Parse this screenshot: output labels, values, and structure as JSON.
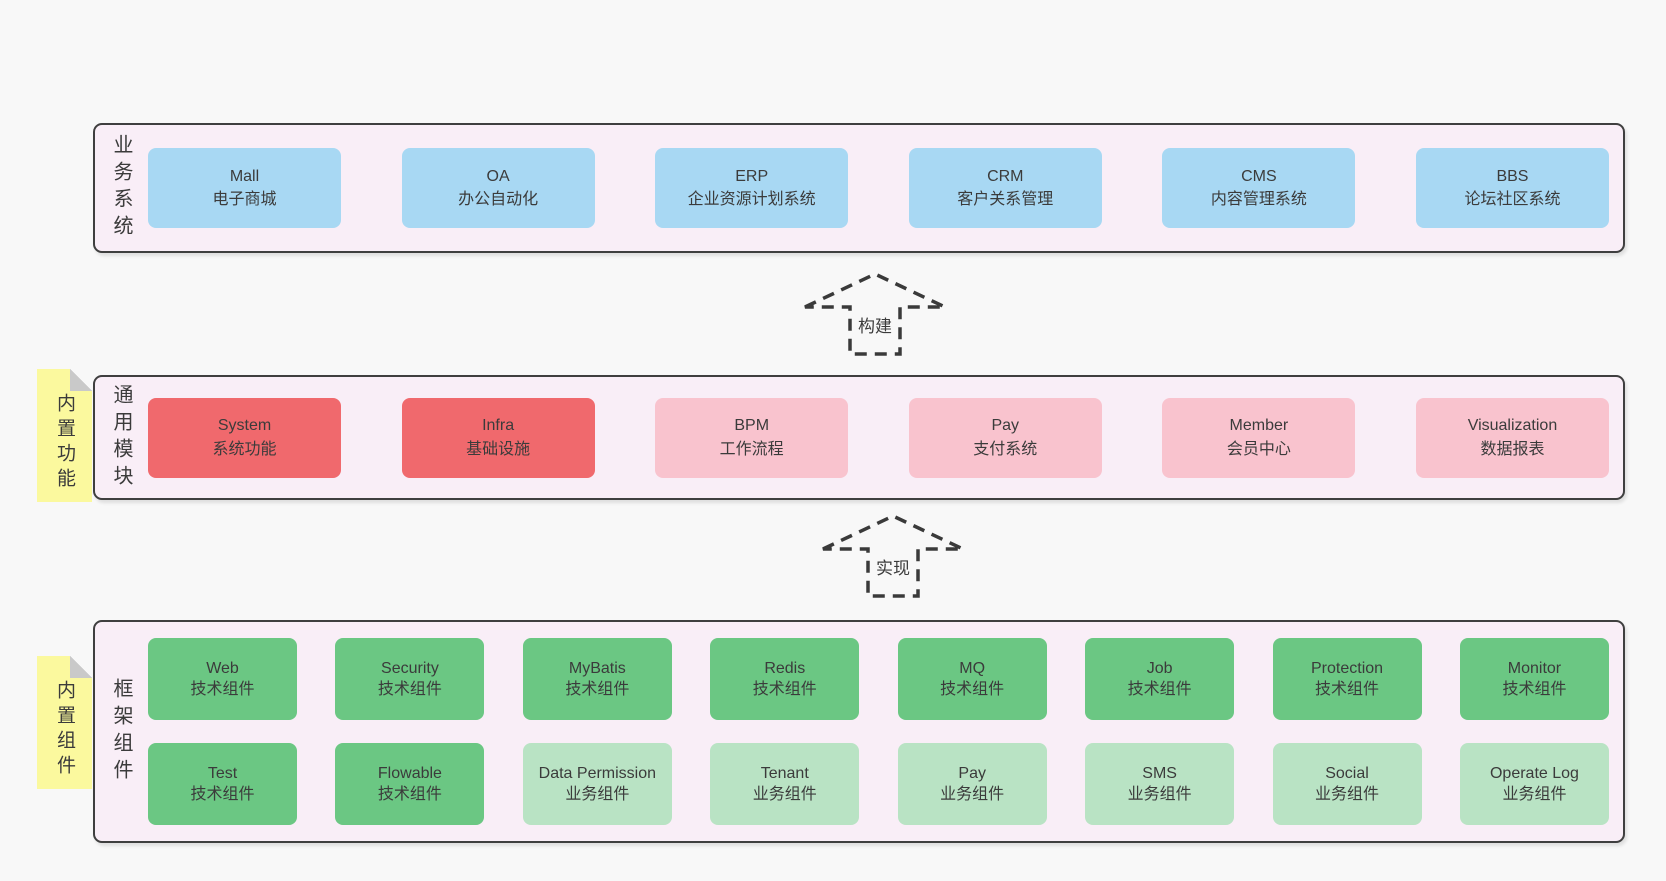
{
  "colors": {
    "page_bg": "#f8f8f8",
    "layer_bg": "#f9eef7",
    "layer_border": "#3f3f3f",
    "blue_box": "#a8d8f3",
    "red_box": "#f0696d",
    "pink_box": "#f9c3ce",
    "green_box": "#6bc783",
    "light_green_box": "#b9e3c4",
    "sticky_note": "#fbf99e",
    "note_fold": "#c9c9c9",
    "text": "#3b3b3b"
  },
  "arrows": [
    {
      "label": "构建"
    },
    {
      "label": "实现"
    }
  ],
  "layers": [
    {
      "label": "业务系统",
      "items": [
        {
          "en": "Mall",
          "zh": "电子商城"
        },
        {
          "en": "OA",
          "zh": "办公自动化"
        },
        {
          "en": "ERP",
          "zh": "企业资源计划系统"
        },
        {
          "en": "CRM",
          "zh": "客户关系管理"
        },
        {
          "en": "CMS",
          "zh": "内容管理系统"
        },
        {
          "en": "BBS",
          "zh": "论坛社区系统"
        }
      ]
    },
    {
      "label": "通用模块",
      "note": "内置功能",
      "items": [
        {
          "en": "System",
          "zh": "系统功能"
        },
        {
          "en": "Infra",
          "zh": "基础设施"
        },
        {
          "en": "BPM",
          "zh": "工作流程"
        },
        {
          "en": "Pay",
          "zh": "支付系统"
        },
        {
          "en": "Member",
          "zh": "会员中心"
        },
        {
          "en": "Visualization",
          "zh": "数据报表"
        }
      ]
    },
    {
      "label": "框架组件",
      "note": "内置组件",
      "rows": [
        [
          {
            "en": "Web",
            "zh": "技术组件"
          },
          {
            "en": "Security",
            "zh": "技术组件"
          },
          {
            "en": "MyBatis",
            "zh": "技术组件"
          },
          {
            "en": "Redis",
            "zh": "技术组件"
          },
          {
            "en": "MQ",
            "zh": "技术组件"
          },
          {
            "en": "Job",
            "zh": "技术组件"
          },
          {
            "en": "Protection",
            "zh": "技术组件"
          },
          {
            "en": "Monitor",
            "zh": "技术组件"
          }
        ],
        [
          {
            "en": "Test",
            "zh": "技术组件"
          },
          {
            "en": "Flowable",
            "zh": "技术组件"
          },
          {
            "en": "Data Permission",
            "zh": "业务组件"
          },
          {
            "en": "Tenant",
            "zh": "业务组件"
          },
          {
            "en": "Pay",
            "zh": "业务组件"
          },
          {
            "en": "SMS",
            "zh": "业务组件"
          },
          {
            "en": "Social",
            "zh": "业务组件"
          },
          {
            "en": "Operate Log",
            "zh": "业务组件"
          }
        ]
      ]
    }
  ]
}
